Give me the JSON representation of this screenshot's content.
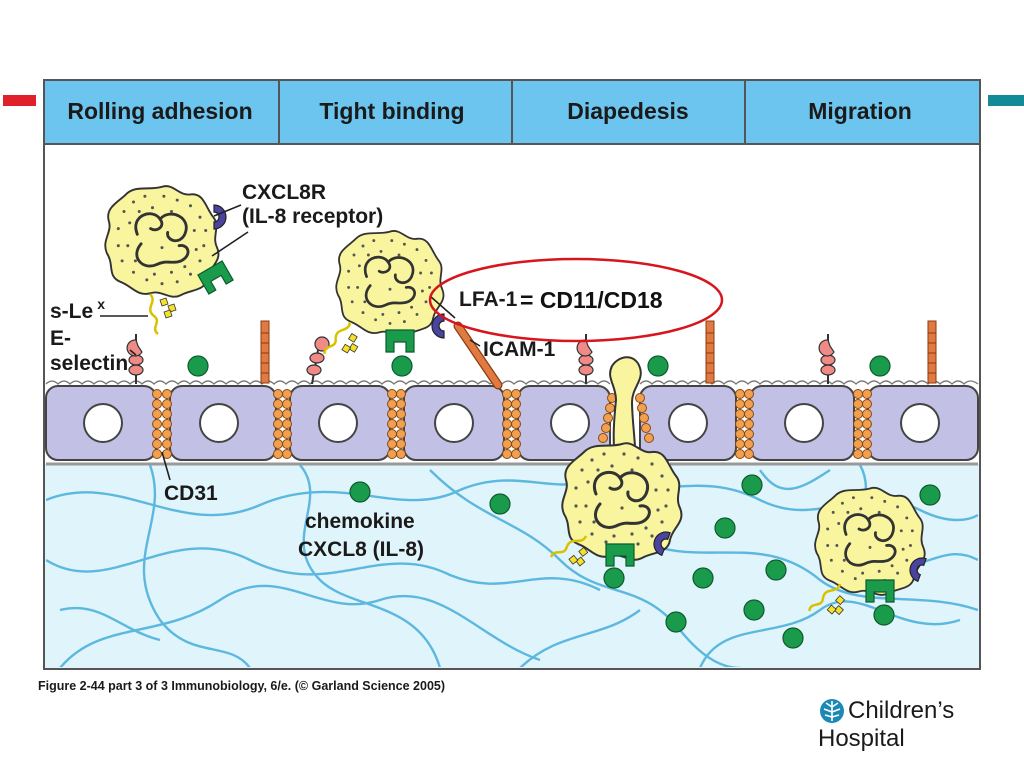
{
  "stages": [
    "Rolling adhesion",
    "Tight binding",
    "Diapedesis",
    "Migration"
  ],
  "labels": {
    "cxcl8r_line1": "CXCL8R",
    "cxcl8r_line2": "(IL-8 receptor)",
    "slex": "s-Le",
    "slex_sup": "x",
    "eselectin_line1": "E-",
    "eselectin_line2": "selectin",
    "lfa1": "LFA-1",
    "icam1": "ICAM-1",
    "cd31": "CD31",
    "chemokine_line1": "chemokine",
    "chemokine_line2": "CXCL8 (IL-8)"
  },
  "annotation": {
    "text": "= CD11/CD18",
    "color": "#d8141c"
  },
  "caption": "Figure 2-44 part 3 of 3  Immunobiology, 6/e. (© Garland Science 2005)",
  "logo": {
    "line1": "Children’s",
    "line2": "Hospital"
  },
  "colors": {
    "header_fill": "#6cc5ee",
    "endothelium": "#c3c0e6",
    "tissue": "#e0f4fb",
    "fibers": "#5cb8df",
    "leukocyte": "#f8f59e",
    "chemokine": "#1a9a4b",
    "receptor": "#4a44a0",
    "selectin": "#f08a86",
    "cd31": "#f0a050",
    "accent_red": "#e0212b",
    "accent_teal": "#138b96"
  }
}
